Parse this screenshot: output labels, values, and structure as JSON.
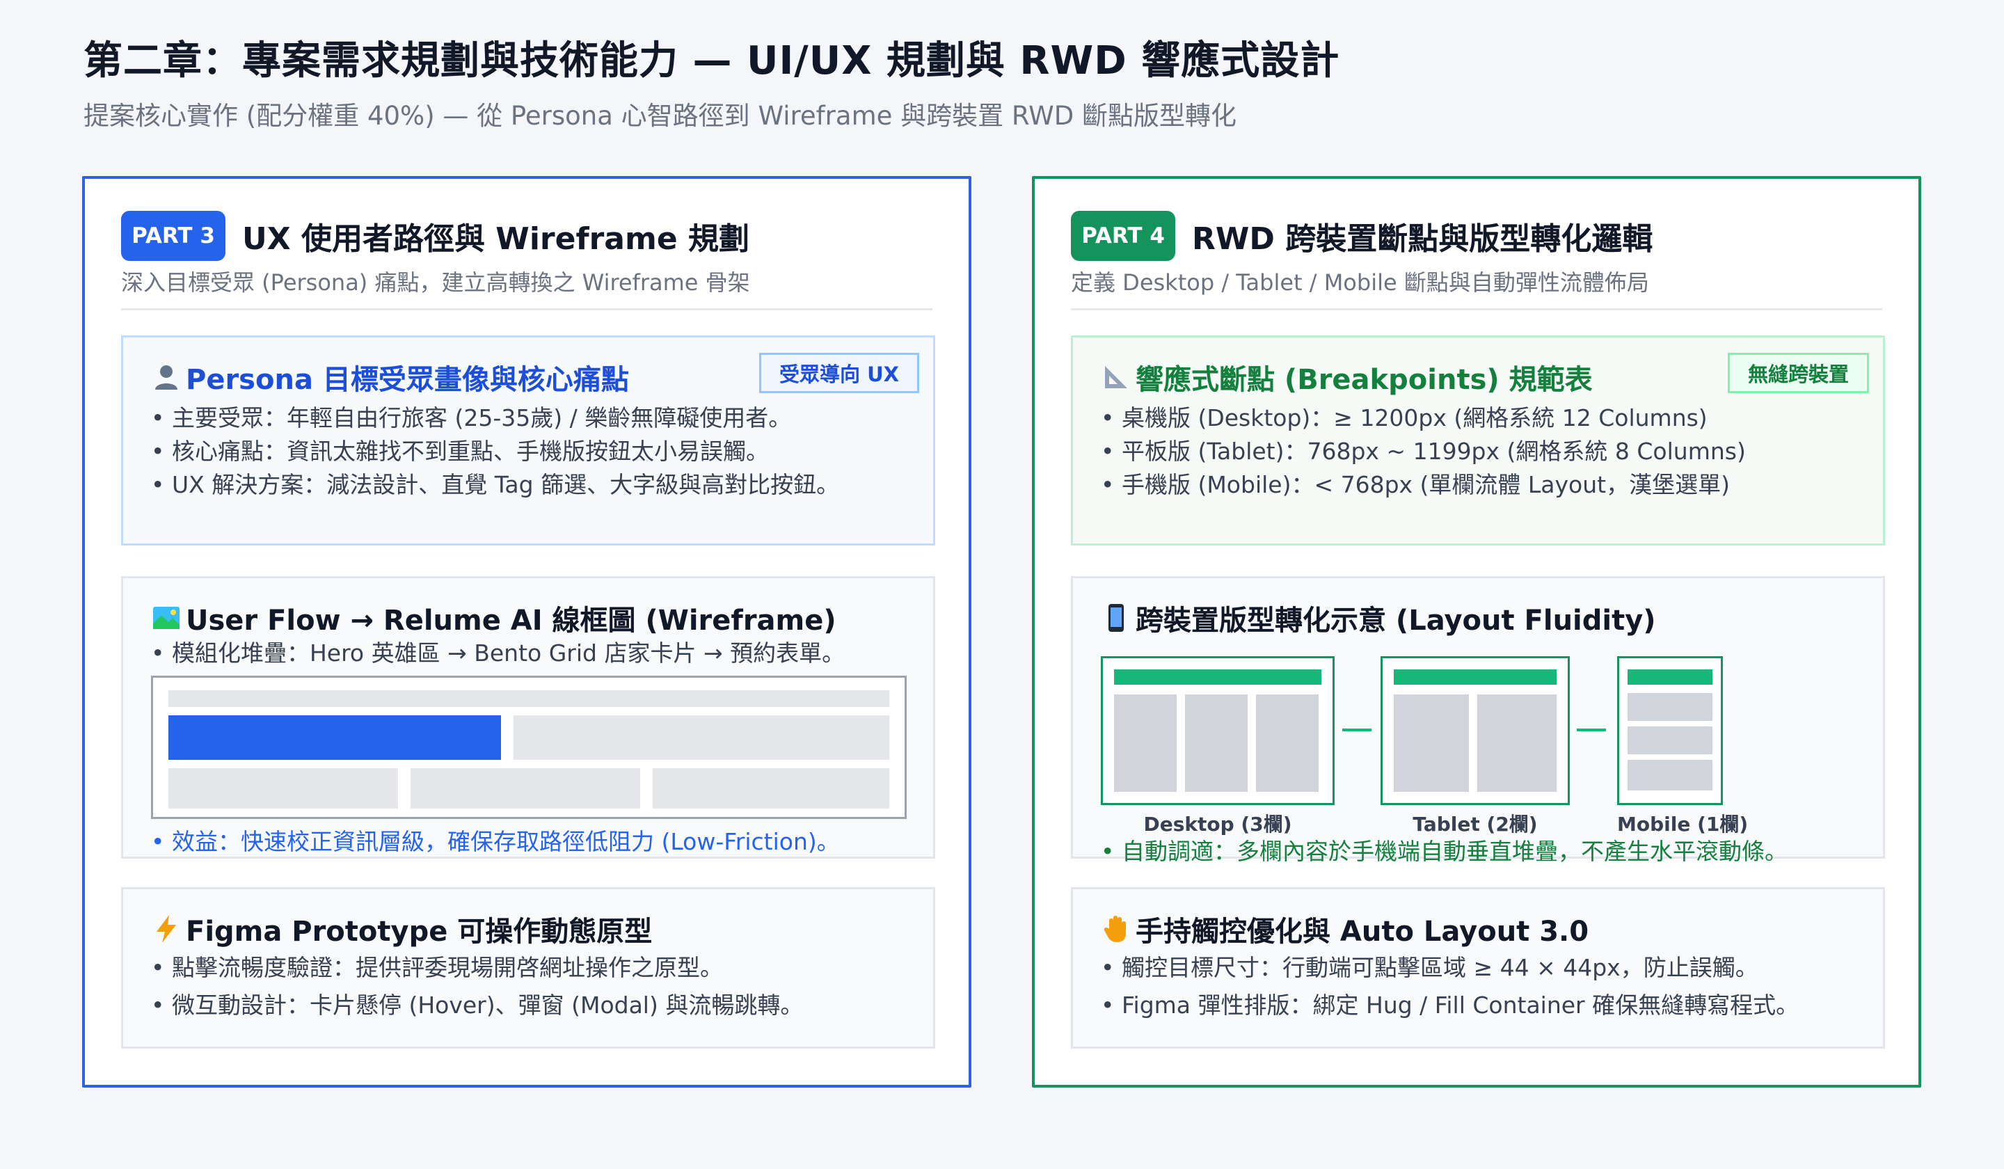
{
  "header": {
    "title": "第二章：專案需求規劃與技術能力 — UI/UX 規劃與 RWD 響應式設計",
    "subtitle": "提案核心實作 (配分權重 40%) — 從 Persona 心智路徑到 Wireframe 與跨裝置 RWD 斷點版型轉化"
  },
  "part3": {
    "tag": "PART 3",
    "title": "UX 使用者路徑與 Wireframe 規劃",
    "subtitle": "深入目標受眾 (Persona) 痛點，建立高轉換之 Wireframe 骨架",
    "persona": {
      "icon": "person-icon",
      "title": "Persona 目標受眾畫像與核心痛點",
      "badge": "受眾導向 UX",
      "items": [
        "主要受眾：年輕自由行旅客 (25-35歲) / 樂齡無障礙使用者。",
        "核心痛點：資訊太雜找不到重點、手機版按鈕太小易誤觸。",
        "UX 解決方案：減法設計、直覺 Tag 篩選、大字級與高對比按鈕。"
      ]
    },
    "userflow": {
      "icon": "map-icon",
      "title": "User Flow → Relume AI 線框圖 (Wireframe)",
      "items": [
        "模組化堆疊：Hero 英雄區 → Bento Grid 店家卡片 → 預約表單。"
      ],
      "note": "效益：快速校正資訊層級，確保存取路徑低阻力 (Low-Friction)。"
    },
    "prototype": {
      "icon": "lightning-icon",
      "title": "Figma Prototype 可操作動態原型",
      "items": [
        "點擊流暢度驗證：提供評委現場開啓網址操作之原型。",
        "微互動設計：卡片懸停 (Hover)、彈窗 (Modal) 與流暢跳轉。"
      ]
    }
  },
  "part4": {
    "tag": "PART 4",
    "title": "RWD 跨裝置斷點與版型轉化邏輯",
    "subtitle": "定義 Desktop / Tablet / Mobile 斷點與自動彈性流體佈局",
    "breakpoints": {
      "icon": "triangle-ruler-icon",
      "title": "響應式斷點 (Breakpoints) 規範表",
      "badge": "無縫跨裝置",
      "items": [
        "桌機版 (Desktop)：≥ 1200px (網格系統 12 Columns)",
        "平板版 (Tablet)：768px ~ 1199px (網格系統 8 Columns)",
        "手機版 (Mobile)：< 768px (單欄流體 Layout，漢堡選單)"
      ]
    },
    "fluidity": {
      "icon": "phone-icon",
      "title": "跨裝置版型轉化示意 (Layout Fluidity)",
      "labels": [
        "Desktop (3欄)",
        "Tablet (2欄)",
        "Mobile (1欄)"
      ],
      "note": "自動調適：多欄內容於手機端自動垂直堆疊，不產生水平滾動條。"
    },
    "touch": {
      "icon": "hand-icon",
      "title": "手持觸控優化與 Auto Layout 3.0",
      "items": [
        "觸控目標尺寸：行動端可點擊區域 ≥ 44 × 44px，防止誤觸。",
        "Figma 彈性排版：綁定 Hug / Fill Container 確保無縫轉寫程式。"
      ]
    }
  },
  "colors": {
    "blue": "#2563eb",
    "green": "#14935c"
  }
}
